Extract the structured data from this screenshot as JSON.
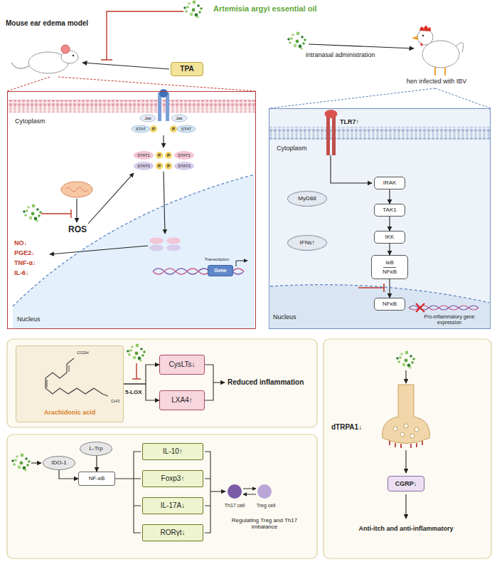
{
  "diagram": {
    "title": "Artemisia argyi essential oil",
    "nodes": [
      {
        "text": [
          "TPA"
        ]
      },
      {
        "text": [
          "Cytoplasm"
        ]
      },
      {
        "text": [
          "Nucleus"
        ],
        "in": 1
      },
      {
        "text": [
          "Gene"
        ],
        "in": 2
      },
      {
        "text": [
          "Cytoplasm"
        ]
      },
      {
        "text": [
          "IRAK"
        ],
        "in": 4
      },
      {
        "text": [
          "TAK1"
        ],
        "in": 4
      },
      {
        "text": [
          "IKK"
        ],
        "in": 4
      },
      {
        "text": [
          "IκB",
          "NFκB"
        ],
        "in": 4
      },
      {
        "text": [
          "MyD88"
        ],
        "in": 4
      },
      {
        "text": [
          "IFNs↑"
        ],
        "in": 4
      },
      {
        "text": [
          "Nucleus"
        ],
        "in": 4
      },
      {
        "text": [
          "NFκB"
        ],
        "in": 11
      },
      {
        "text": [
          "Arachidonic acid"
        ]
      },
      {
        "text": [
          "CysLTs↓"
        ]
      },
      {
        "text": [
          "LXA4↑"
        ]
      },
      {
        "text": [
          "IDO-1"
        ]
      },
      {
        "text": [
          "L-Trp"
        ]
      },
      {
        "text": [
          "NF-κB"
        ]
      },
      {
        "text": [
          "IL-10↑"
        ]
      },
      {
        "text": [
          "Foxp3↑"
        ]
      },
      {
        "text": [
          "IL-17A↓"
        ]
      },
      {
        "text": [
          "RORγt↓"
        ]
      },
      {
        "text": [
          "CGRP↓"
        ]
      }
    ],
    "edges": [
      {
        "from": 5,
        "to": 6,
        "arrow": "to"
      },
      {
        "from": 6,
        "to": 7,
        "arrow": "to"
      },
      {
        "from": 7,
        "to": 8,
        "arrow": "to"
      },
      {
        "from": 8,
        "to": 12,
        "arrow": "to"
      },
      {
        "from": 13,
        "to": 14,
        "arrow": "to"
      },
      {
        "from": 13,
        "to": 15,
        "arrow": "to"
      },
      {
        "from": 16,
        "to": 18,
        "arrow": "to"
      },
      {
        "from": 17,
        "to": 18,
        "arrow": "to"
      }
    ],
    "labels": [
      "Mouse ear edema model",
      "intranasal administration",
      "hen infected with IBV",
      "Jak",
      "Jak",
      "STAT",
      "STAT",
      "P",
      "P",
      "STAT1",
      "P",
      "P",
      "STAT1",
      "STAT3",
      "P",
      "P",
      "STAT3",
      "ROS",
      "NO↓",
      "PGE2↓",
      "TNF-α↓",
      "IL-6↓",
      "Transcription",
      "TLR7↑",
      "Pro-inflammatory gene expression",
      "5-LOX",
      "CO2H",
      "CH3",
      "Reduced inflammation",
      "Th17 cell",
      "Treg cell",
      "Regulating Treg and Th17 imbalance",
      "dTRPA1↓",
      "Anti-itch and anti-inflammatory"
    ]
  }
}
